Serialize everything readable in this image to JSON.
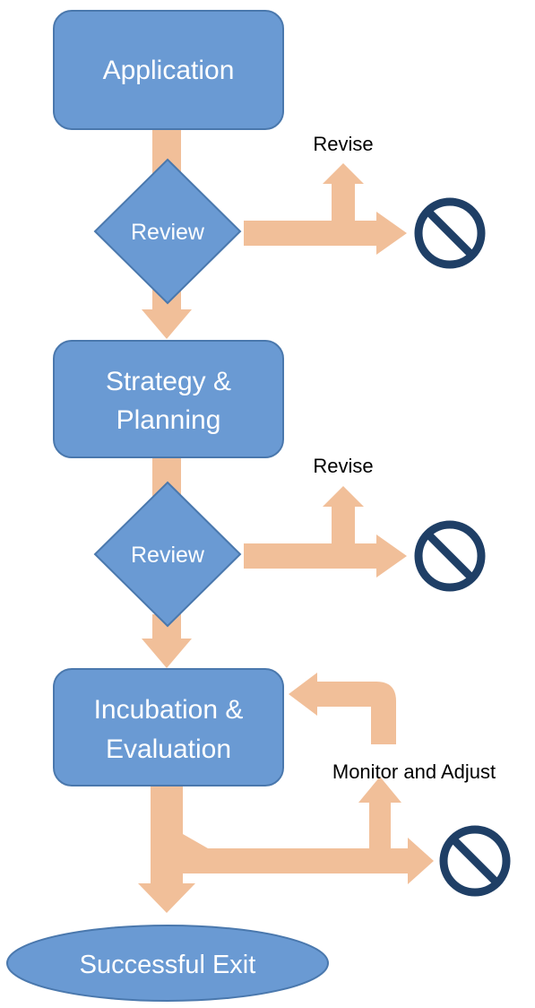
{
  "diagram": {
    "nodes": {
      "application": "Application",
      "review_1": "Review",
      "strategy_line_1": "Strategy &",
      "strategy_line_2": "Planning",
      "review_2": "Review",
      "incubation_line_1": "Incubation &",
      "incubation_line_2": "Evaluation",
      "exit": "Successful Exit"
    },
    "labels": {
      "revise_1": "Revise",
      "revise_2": "Revise",
      "monitor": "Monitor and Adjust"
    },
    "icons": {
      "stop": "no-entry-icon"
    },
    "colors": {
      "node_fill": "#6a9ad3",
      "node_stroke": "#4a78ad",
      "arrow": "#f1bf99",
      "stop_icon": "#1f3f66"
    }
  }
}
